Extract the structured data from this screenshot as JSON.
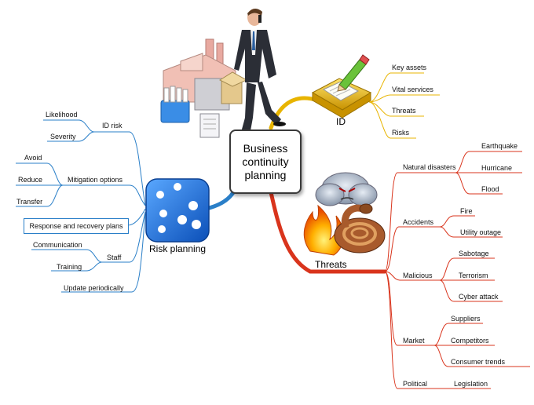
{
  "center": {
    "label": "Business continuity planning"
  },
  "colors": {
    "id_branch": "#e8b400",
    "risk_branch": "#2a7fc8",
    "threat_branch": "#d9341c"
  },
  "icons": {
    "businessman": "businessman-on-phone-icon",
    "factory": "factory-icon",
    "id": "yellow-document-pencil-icon",
    "risk": "blue-dice-icon",
    "threats": "fire-snake-storm-cloud-icon"
  },
  "id_branch": {
    "label": "ID",
    "items": [
      "Key assets",
      "Vital services",
      "Threats",
      "Risks"
    ]
  },
  "risk_branch": {
    "label": "Risk planning",
    "id_risk": {
      "label": "ID risk",
      "children": [
        "Likelihood",
        "Severity"
      ]
    },
    "mitigation": {
      "label": "Mitigation options",
      "children": [
        "Avoid",
        "Reduce",
        "Transfer"
      ]
    },
    "response": {
      "label": "Response and recovery plans"
    },
    "staff": {
      "label": "Staff",
      "children": [
        "Communication",
        "Training"
      ]
    },
    "update": {
      "label": "Update periodically"
    }
  },
  "threats_branch": {
    "label": "Threats",
    "natural": {
      "label": "Natural disasters",
      "children": [
        "Earthquake",
        "Hurricane",
        "Flood"
      ]
    },
    "accidents": {
      "label": "Accidents",
      "children": [
        "Fire",
        "Utility outage"
      ]
    },
    "malicious": {
      "label": "Malicious",
      "children": [
        "Sabotage",
        "Terrorism",
        "Cyber attack"
      ]
    },
    "market": {
      "label": "Market",
      "children": [
        "Suppliers",
        "Competitors",
        "Consumer trends"
      ]
    },
    "political": {
      "label": "Political",
      "children": [
        "Legislation"
      ]
    }
  }
}
